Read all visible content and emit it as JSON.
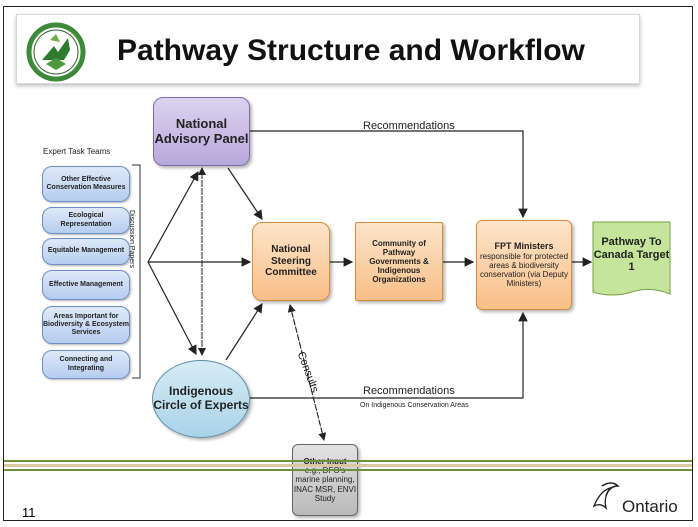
{
  "title": "Pathway Structure and Workflow",
  "slide_number": "11",
  "footer_logo_text": "Ontario",
  "expert_task_teams": {
    "heading": "Expert Task Teams",
    "items": [
      "Other Effective Conservation Measures",
      "Ecological Representation",
      "Equitable Management",
      "Effective Management",
      "Areas Important for Biodiversity & Ecosystem Services",
      "Connecting and Integrating"
    ]
  },
  "discussion_label": "Discussion Papers",
  "nodes": {
    "national_advisory_panel": "National Advisory Panel",
    "national_steering_committee": "National Steering Committee",
    "community": "Community of Pathway Governments & Indigenous Organizations",
    "fpt_heading": "FPT Ministers",
    "fpt_body": "responsible for protected areas & biodiversity conservation (via Deputy Ministers)",
    "target": "Pathway To Canada Target 1",
    "indigenous_circle": "Indigenous Circle of Experts",
    "other_heading": "Other Input",
    "other_body": "e.g., DFO's marine planning, INAC MSR, ENVI Study"
  },
  "labels": {
    "recommendations_top": "Recommendations",
    "recommendations_bottom": "Recommendations",
    "recommendations_sub": "On Indigenous Conservation Areas",
    "consults": "Consults"
  },
  "colors": {
    "purple": "#b7a8db",
    "orange": "#f8bf88",
    "blue_circle": "#a9d3e8",
    "green_target": "#c4e59a",
    "task_blue": "#b5cdef",
    "stripe_green": "#6f8f3a",
    "stripe_tan": "#d9c9a0"
  },
  "icons": [
    "leaf-emblem-icon",
    "trillium-logo-icon"
  ]
}
